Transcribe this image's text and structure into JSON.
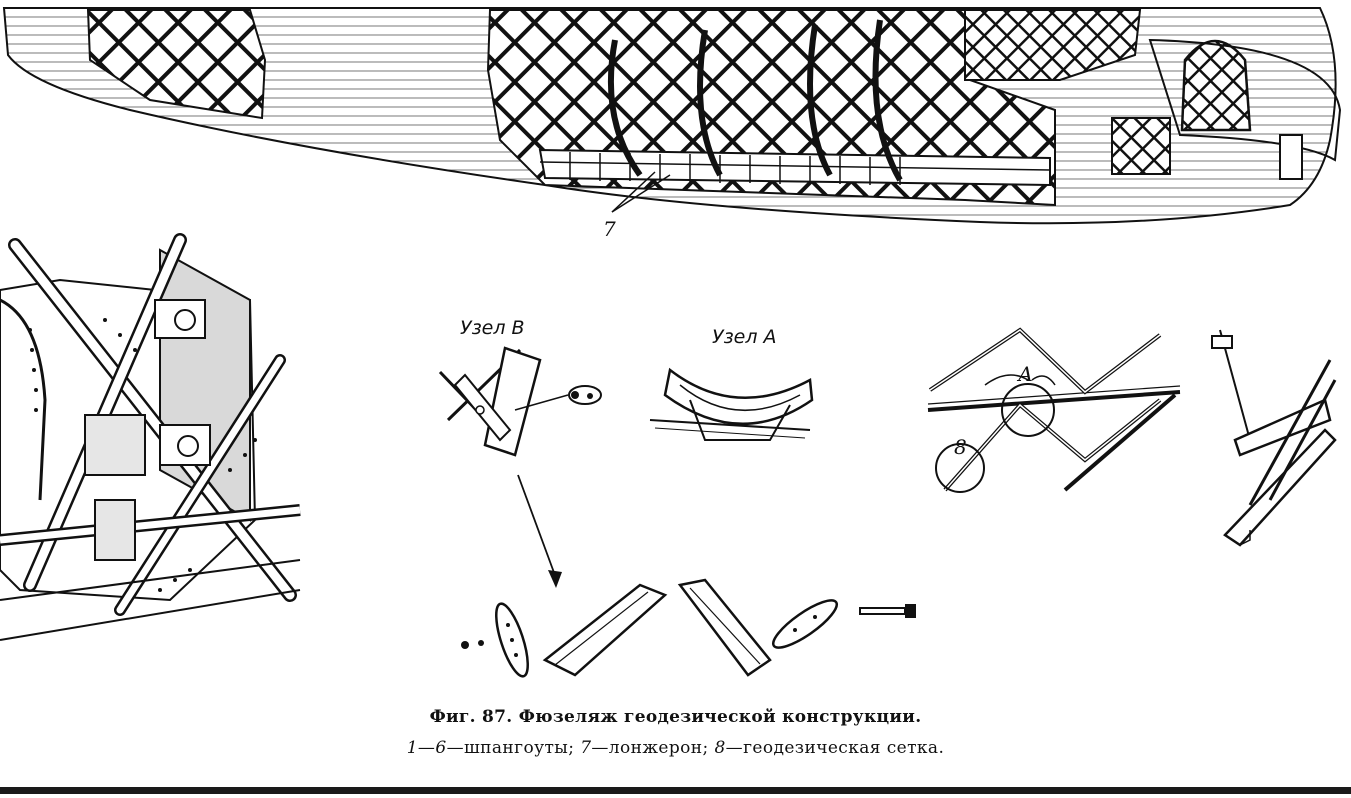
{
  "figure": {
    "node_b_label": "Узел В",
    "node_a_label": "Узел А",
    "callout_7": "7",
    "detail_label_a": "А",
    "detail_label_8": "8",
    "caption_title": "Фиг. 87. Фюзеляж геодезической конструкции.",
    "legend": {
      "range_num": "1—6",
      "range_text": "—шпангоуты; ",
      "num_7": "7",
      "text_7": "—лонжерон; ",
      "num_8": "8",
      "text_8": "—геодезическая сетка."
    }
  }
}
